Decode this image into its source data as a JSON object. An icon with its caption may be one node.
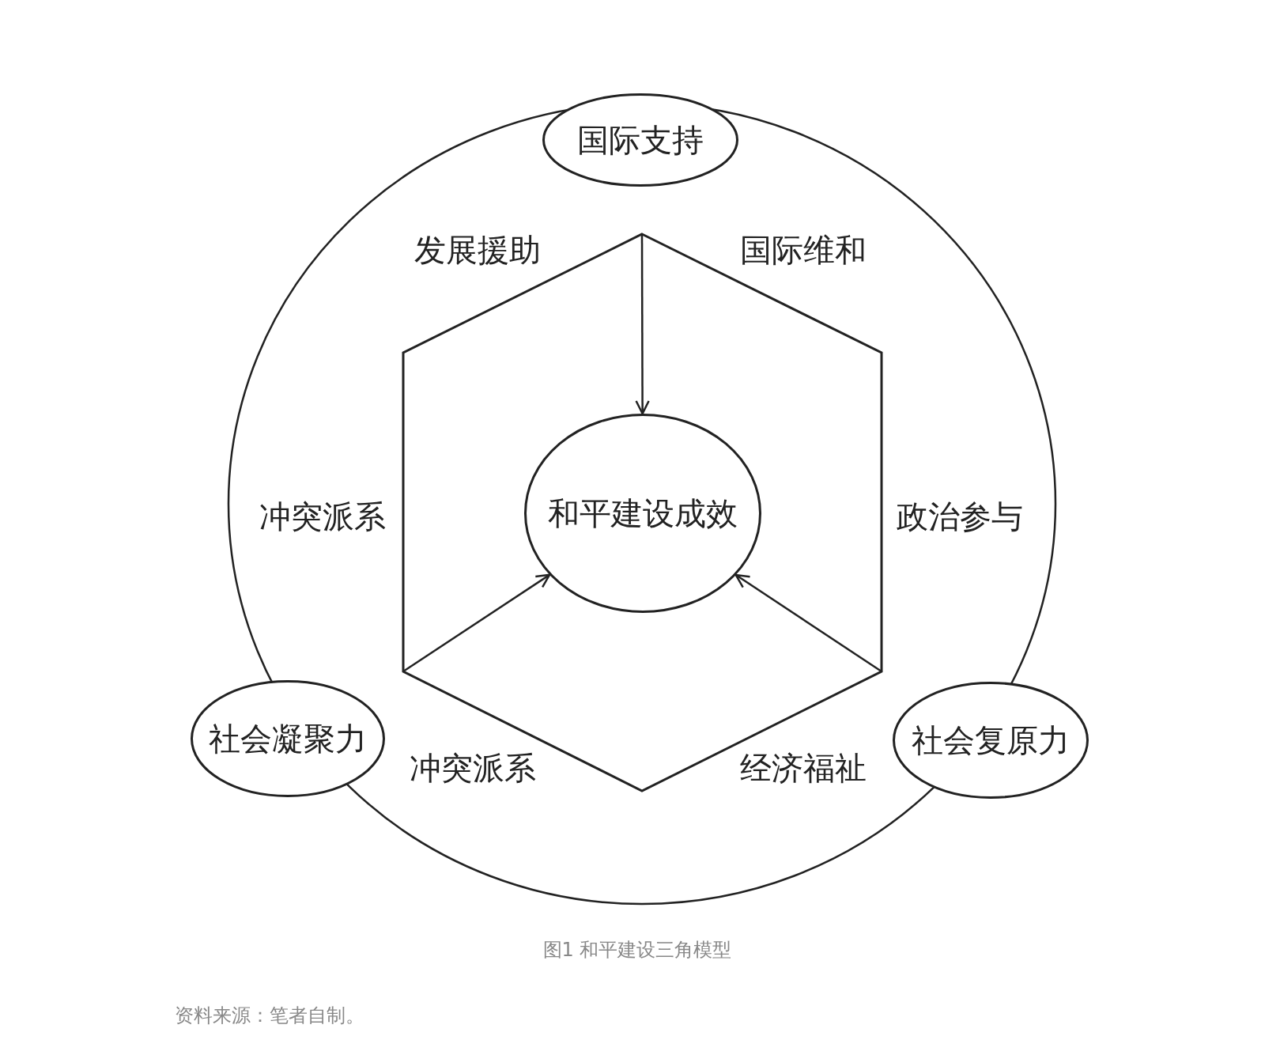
{
  "diagram": {
    "caption": "图1  和平建设三角模型",
    "nodes": [
      {
        "text": [
          "国际支持"
        ]
      },
      {
        "text": [
          "社会凝聚力"
        ]
      },
      {
        "text": [
          "社会复原力"
        ]
      },
      {
        "text": [
          "和平建设成效"
        ]
      }
    ],
    "edges": [
      {
        "from": null,
        "to": 3,
        "arrow": "to"
      },
      {
        "from": null,
        "to": 3,
        "arrow": "to"
      },
      {
        "from": null,
        "to": 3,
        "arrow": "to"
      }
    ],
    "labels": [
      "发展援助",
      "国际维和",
      "冲突派系",
      "政治参与",
      "冲突派系",
      "经济福祉",
      "资料来源：笔者自制。"
    ]
  }
}
